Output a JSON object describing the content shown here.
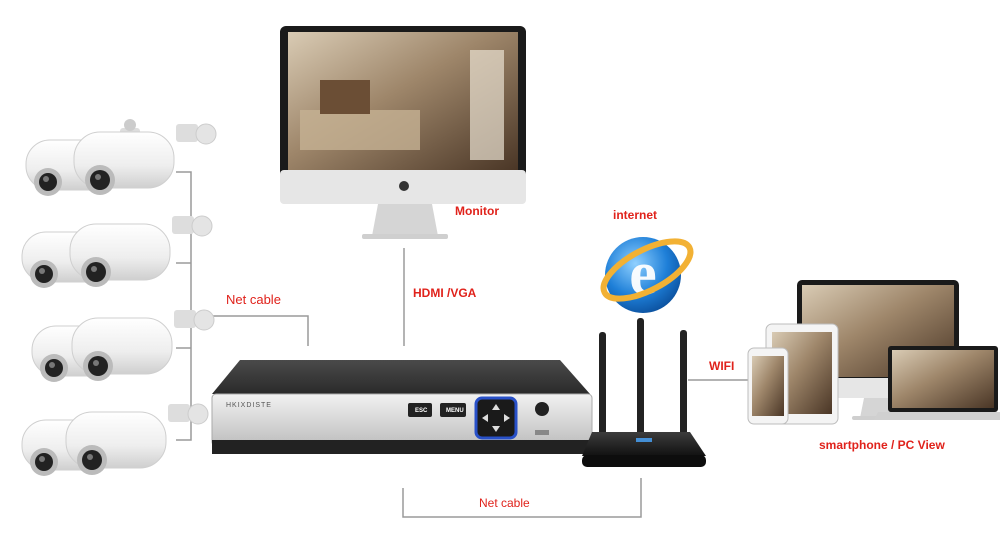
{
  "labels": {
    "monitor": "Monitor",
    "internet": "internet",
    "hdmi_vga": "HDMI /VGA",
    "net_cable_left": "Net cable",
    "net_cable_bottom": "Net cable",
    "wifi": "WIFI",
    "remote_view": "smartphone / PC View"
  },
  "nvr": {
    "brand": "HKIXDISTE",
    "esc_label": "ESC",
    "menu_label": "MENU"
  },
  "colors": {
    "label_red": "#e0221b",
    "line_gray": "#9a9a9a",
    "nvr_body": "#3a3a3a",
    "nvr_front": "#d9d9d9",
    "ie_blue": "#1e7fd8",
    "ie_ring": "#f2b134"
  },
  "icons": [
    "ip-camera-icon",
    "imac-monitor-icon",
    "nvr-recorder-icon",
    "internet-explorer-icon",
    "wifi-router-icon",
    "smartphone-icon",
    "tablet-icon",
    "laptop-icon",
    "desktop-icon"
  ]
}
